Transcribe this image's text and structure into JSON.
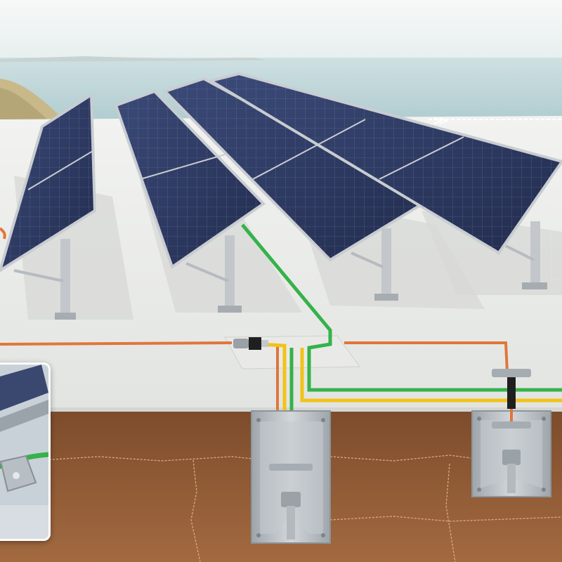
{
  "scene": {
    "description_labels": [],
    "colors": {
      "sky_top": "#f4f6f6",
      "sea": "#b8d2d6",
      "roof": "#eef0ee",
      "soil": "#8e5a34",
      "panel_cell": "#2c3a63",
      "frame": "#c8ccd0",
      "copper_cable": "#e0763a",
      "green_cable": "#35b24a",
      "yellow_cable": "#f2c318",
      "pit_metal": "#b9bfc5"
    },
    "panel_rows": 4,
    "ground_pits": 2,
    "icons": [
      "solar-panel",
      "ground-rod",
      "cable-clamp",
      "junction-box",
      "detail-inset"
    ]
  }
}
